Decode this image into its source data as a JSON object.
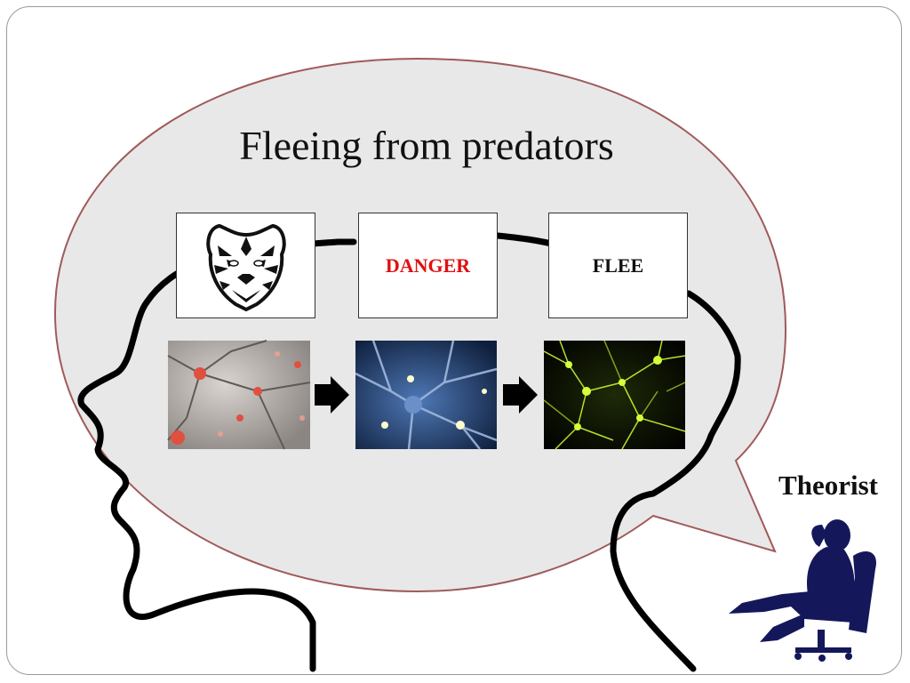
{
  "slide": {
    "title": "Fleeing from predators",
    "boxes": [
      {
        "id": "tiger",
        "label": "",
        "icon": "tiger-face-icon"
      },
      {
        "id": "danger",
        "label": "DANGER",
        "color": "#e01010"
      },
      {
        "id": "flee",
        "label": "FLEE",
        "color": "#111111"
      }
    ],
    "neuron_images": [
      {
        "id": "neuron-1",
        "tone": "grey-red"
      },
      {
        "id": "neuron-2",
        "tone": "blue"
      },
      {
        "id": "neuron-3",
        "tone": "green"
      }
    ],
    "arrows": [
      "right-arrow-icon",
      "right-arrow-icon"
    ],
    "theorist_label": "Theorist",
    "icons": {
      "speech_bubble": "speech-bubble",
      "head": "head-silhouette-icon",
      "theorist": "seated-person-icon"
    },
    "colors": {
      "bubble_fill": "#e8e8e8",
      "bubble_stroke": "#a05a5a",
      "danger": "#e01010"
    }
  }
}
